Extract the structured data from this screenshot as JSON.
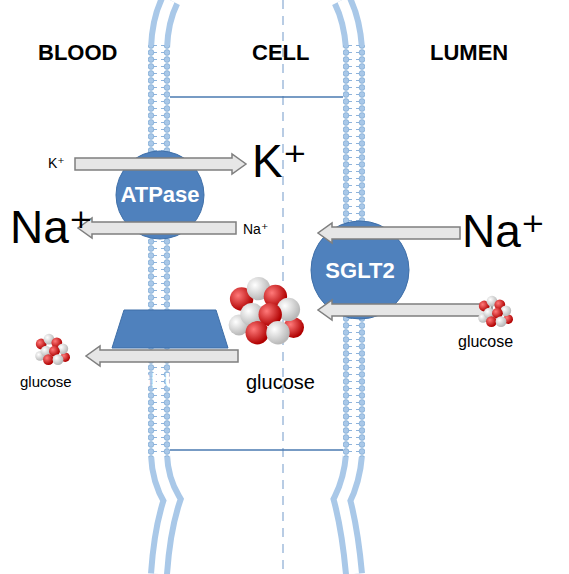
{
  "diagram": {
    "nodes": [
      {
        "text": [
          "ATPase"
        ]
      },
      {
        "text": [
          "SGLT2"
        ]
      },
      {
        "text": [
          "GLUT2"
        ]
      }
    ],
    "labels": [
      "BLOOD",
      "CELL",
      "LUMEN",
      "K⁺",
      "K⁺",
      "Na⁺",
      "Na⁺",
      "Na⁺",
      "glucose",
      "glucose",
      "glucose"
    ]
  }
}
